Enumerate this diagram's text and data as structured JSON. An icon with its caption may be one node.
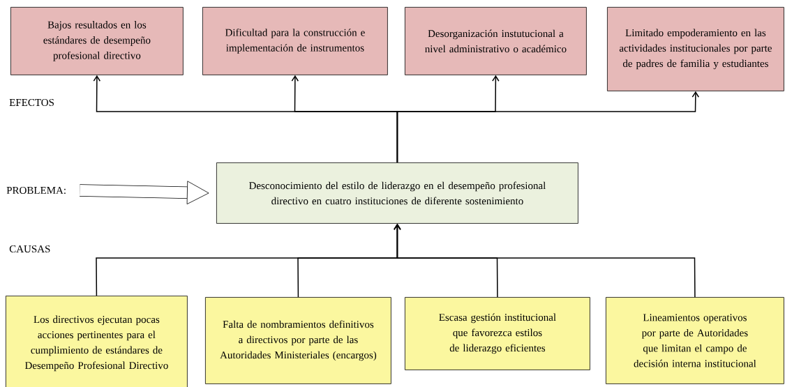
{
  "diagram": {
    "nodes": [
      {
        "text": [
          "Bajos resultados en los estándares de desempeño profesional directivo"
        ]
      },
      {
        "text": [
          "Dificultad para la construcción e implementación de instrumentos"
        ]
      },
      {
        "text": [
          "Desorganización instutucional a nivel administrativo o académico"
        ]
      },
      {
        "text": [
          "Limitado empoderamiento en las actividades institucionales por parte de padres de familia y estudiantes"
        ]
      },
      {
        "text": [
          "PROBLEMA:"
        ]
      },
      {
        "text": [
          "Desconocimiento del estilo de liderazgo en el desempeño profesional directivo en cuatro instituciones de diferente sostenimiento"
        ]
      },
      {
        "text": [
          "Los directivos ejecutan pocas acciones pertinentes para el cumplimiento de estándares de Desempeño Profesional Directivo"
        ]
      },
      {
        "text": [
          "Falta de nombramientos definitivos a directivos por parte de las Autoridades Ministeriales (encargos)"
        ]
      },
      {
        "text": [
          "Escasa gestión institucional que favorezca estilos de liderazgo eficientes"
        ]
      },
      {
        "text": [
          "Lineamientos operativos por parte de Autoridades que limitan el campo de decisión interna institucional"
        ]
      }
    ],
    "edges": [
      {
        "from": 5,
        "to": 0,
        "arrow": "to"
      },
      {
        "from": 5,
        "to": 1,
        "arrow": "to"
      },
      {
        "from": 5,
        "to": 2,
        "arrow": "to"
      },
      {
        "from": 5,
        "to": 3,
        "arrow": "to"
      },
      {
        "from": 4,
        "to": 5,
        "arrow": "to",
        "style": "thick"
      },
      {
        "from": 6,
        "to": 5,
        "arrow": "to"
      },
      {
        "from": 7,
        "to": 5,
        "arrow": "to"
      },
      {
        "from": 8,
        "to": 5,
        "arrow": "to"
      },
      {
        "from": 9,
        "to": 5,
        "arrow": "to"
      }
    ],
    "labels": [
      "EFECTOS",
      "CAUSAS"
    ]
  }
}
